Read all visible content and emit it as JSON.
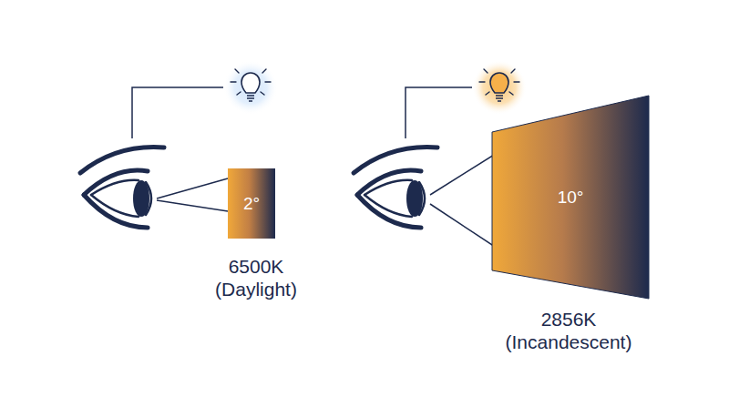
{
  "diagram": {
    "nodes": [
      {
        "text": [
          "2°"
        ]
      },
      {
        "text": [
          "10°"
        ]
      }
    ],
    "labels": [
      "6500K (Daylight)",
      "2856K (Incandescent)"
    ]
  }
}
